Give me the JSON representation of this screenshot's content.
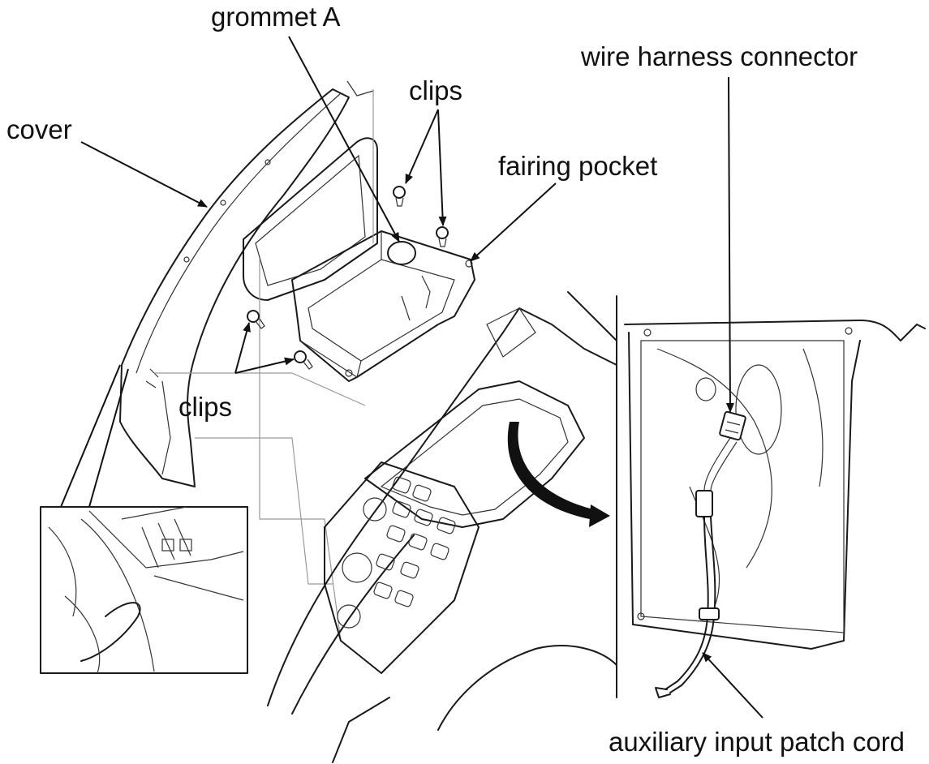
{
  "diagram": {
    "labels": {
      "grommet": "grommet A",
      "clips_top": "clips",
      "clips_left": "clips",
      "cover": "cover",
      "fairing_pocket": "fairing pocket",
      "wire_harness": "wire harness connector",
      "patch_cord": "auxiliary input patch cord"
    },
    "colors": {
      "line": "#1a1a1a",
      "background": "#ffffff",
      "callout": "#111111"
    }
  }
}
